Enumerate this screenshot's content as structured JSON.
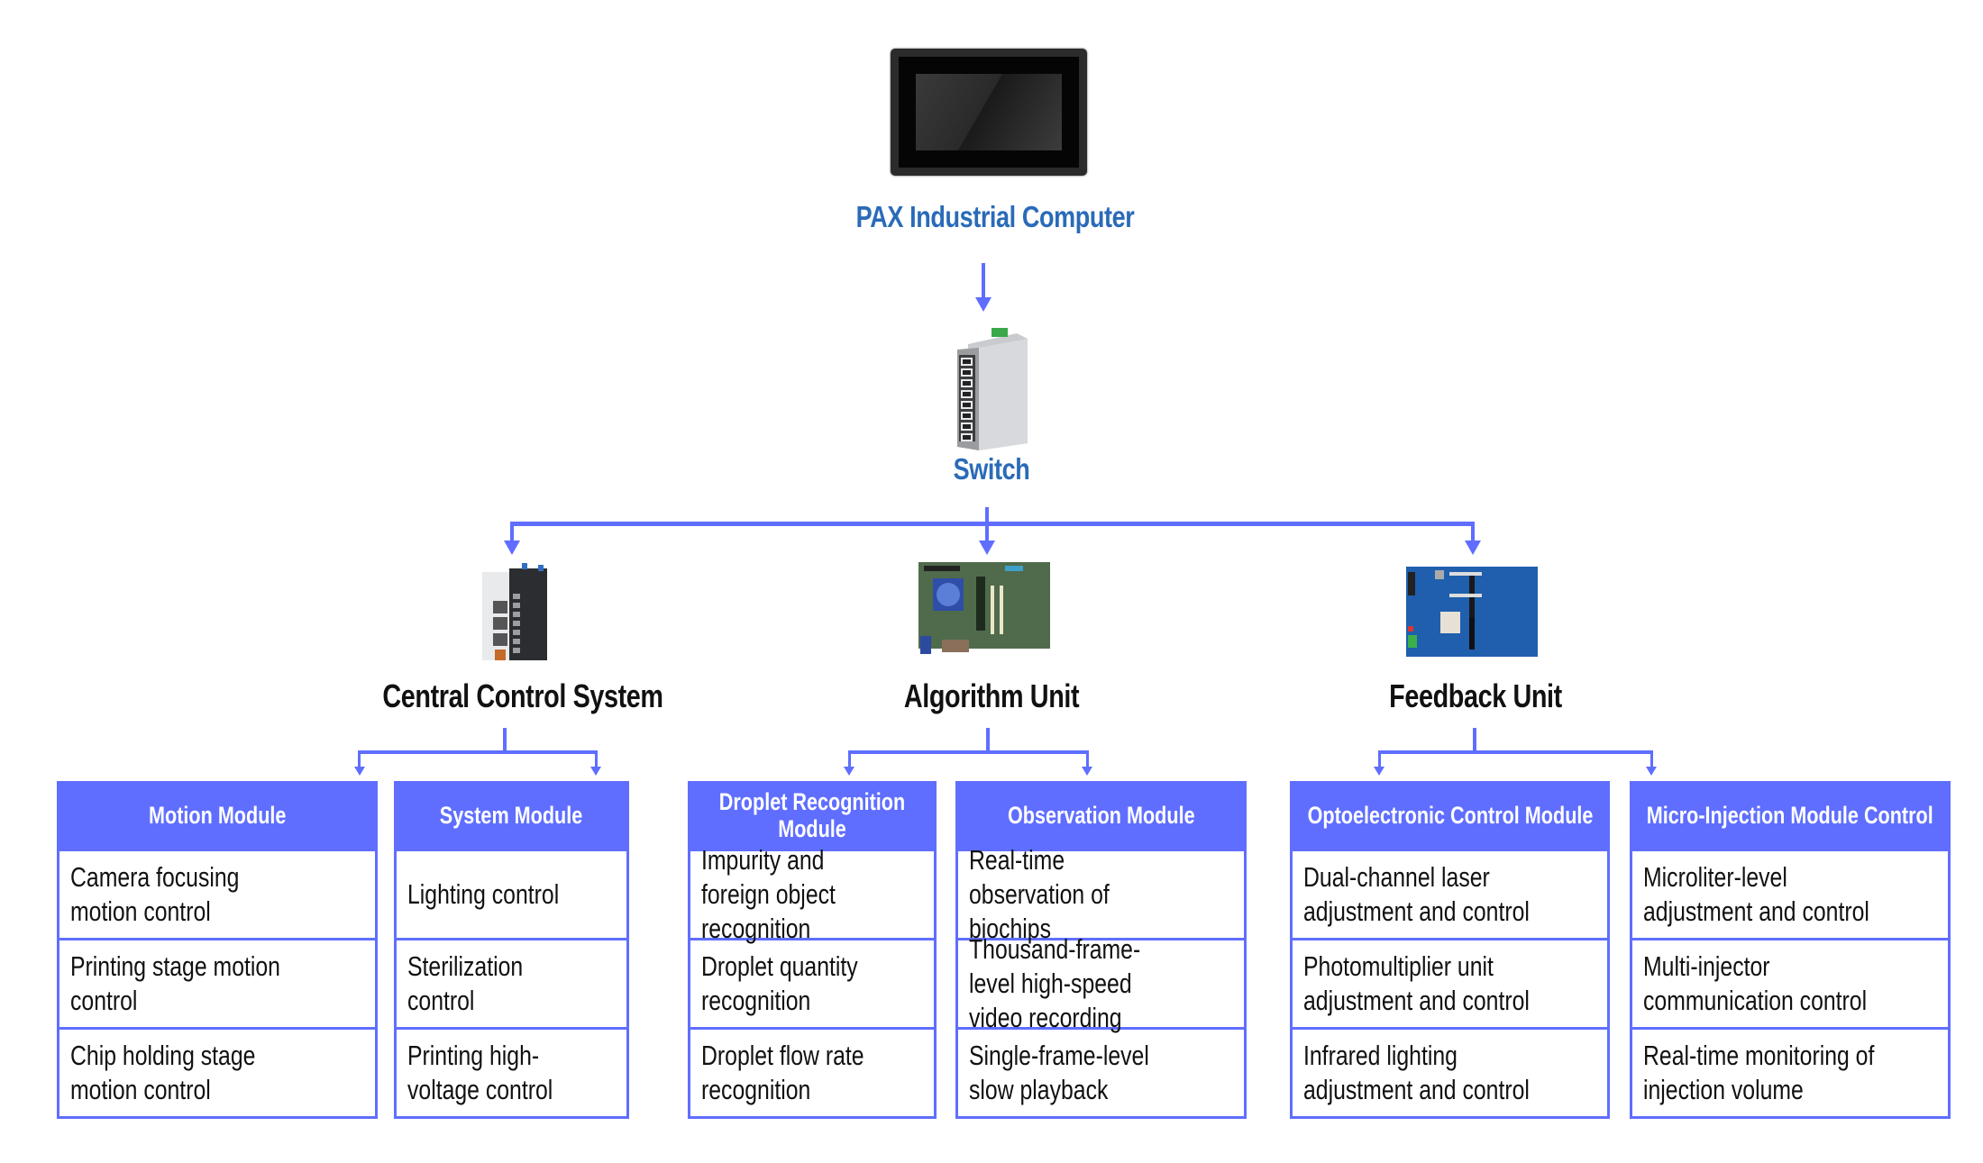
{
  "diagram": {
    "top_node": {
      "label": "PAX Industrial Computer",
      "icon": "industrial-computer-icon"
    },
    "switch_node": {
      "label": "Switch",
      "icon": "network-switch-icon"
    },
    "units": [
      {
        "label": "Central Control System",
        "icon": "plc-controller-icon",
        "modules": [
          {
            "title": "Motion Module",
            "items": [
              "Camera focusing motion control",
              "Printing stage motion control",
              "Chip holding stage motion control"
            ]
          },
          {
            "title": "System Module",
            "items": [
              "Lighting control",
              "Sterilization control",
              "Printing high-voltage control"
            ]
          }
        ]
      },
      {
        "label": "Algorithm Unit",
        "icon": "motherboard-icon",
        "modules": [
          {
            "title": "Droplet Recognition Module",
            "items": [
              "Impurity and foreign object recognition",
              "Droplet quantity recognition",
              "Droplet flow rate recognition"
            ]
          },
          {
            "title": "Observation Module",
            "items": [
              "Real-time observation of biochips",
              "Thousand-frame-level high-speed video recording",
              "Single-frame-level slow playback"
            ]
          }
        ]
      },
      {
        "label": "Feedback Unit",
        "icon": "circuit-board-icon",
        "modules": [
          {
            "title": "Optoelectronic Control Module",
            "items": [
              "Dual-channel laser adjustment and control",
              "Photomultiplier unit adjustment and control",
              "Infrared lighting adjustment and control"
            ]
          },
          {
            "title": "Micro-Injection Module Control",
            "items": [
              "Microliter-level adjustment and control",
              "Multi-injector communication control",
              "Real-time monitoring of injection volume"
            ]
          }
        ]
      }
    ],
    "colors": {
      "connector": "#5F6EFF",
      "module_header": "#5F6EFF",
      "title_blue": "#2A6BB8",
      "text": "#111111"
    }
  }
}
